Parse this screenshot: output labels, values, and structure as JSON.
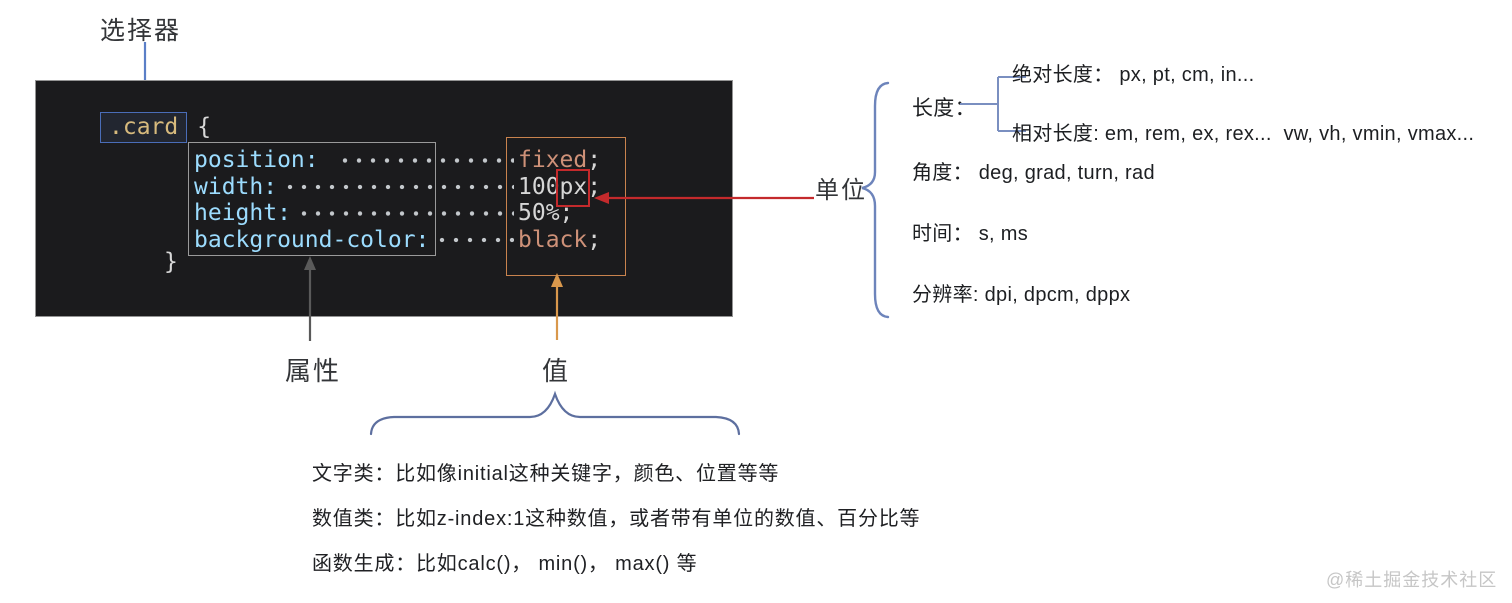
{
  "labels": {
    "selector": "选择器",
    "property": "属性",
    "value": "值",
    "unit": "单位"
  },
  "code": {
    "selector": ".card",
    "open_brace": "{",
    "close_brace": "}",
    "declarations": [
      {
        "prop": "position: ",
        "value": "fixed",
        "semi": ";"
      },
      {
        "prop": "width:",
        "value": "100",
        "unit": "px",
        "semi": ";"
      },
      {
        "prop": "height:",
        "value": "50%",
        "semi": ";"
      },
      {
        "prop": "background-color:",
        "value": "black",
        "semi": ";"
      }
    ]
  },
  "units": {
    "length": {
      "label": "长度：",
      "absolute": "绝对长度： px, pt, cm, in...",
      "relative": "相对长度: em, rem, ex, rex...  vw, vh, vmin, vmax..."
    },
    "angle": "角度： deg, grad, turn, rad",
    "time": "时间： s, ms",
    "resolution": "分辨率: dpi, dpcm, dppx"
  },
  "value_types": [
    "文字类：比如像initial这种关键字，颜色、位置等等",
    "数值类：比如z-index:1这种数值，或者带有单位的数值、百分比等",
    "函数生成：比如calc()， min()， max() 等"
  ],
  "watermark": "@稀土掘金技术社区",
  "colors": {
    "panel_bg": "#1b1b1d",
    "selector_token": "#d7ba7d",
    "property_token": "#9cdcfe",
    "keyword_value": "#ce9178",
    "numeric_value": "#d6d6d6",
    "selector_box_border": "#4a6db8",
    "property_box_border": "#9a9a9a",
    "value_box_border": "#c9834e",
    "unit_highlight": "#c42a2c",
    "annotation_blue": "#5b7fc7",
    "annotation_orange": "#d9984c",
    "annotation_gray": "#5a5a5a",
    "brace_blue": "#6d84bb"
  }
}
